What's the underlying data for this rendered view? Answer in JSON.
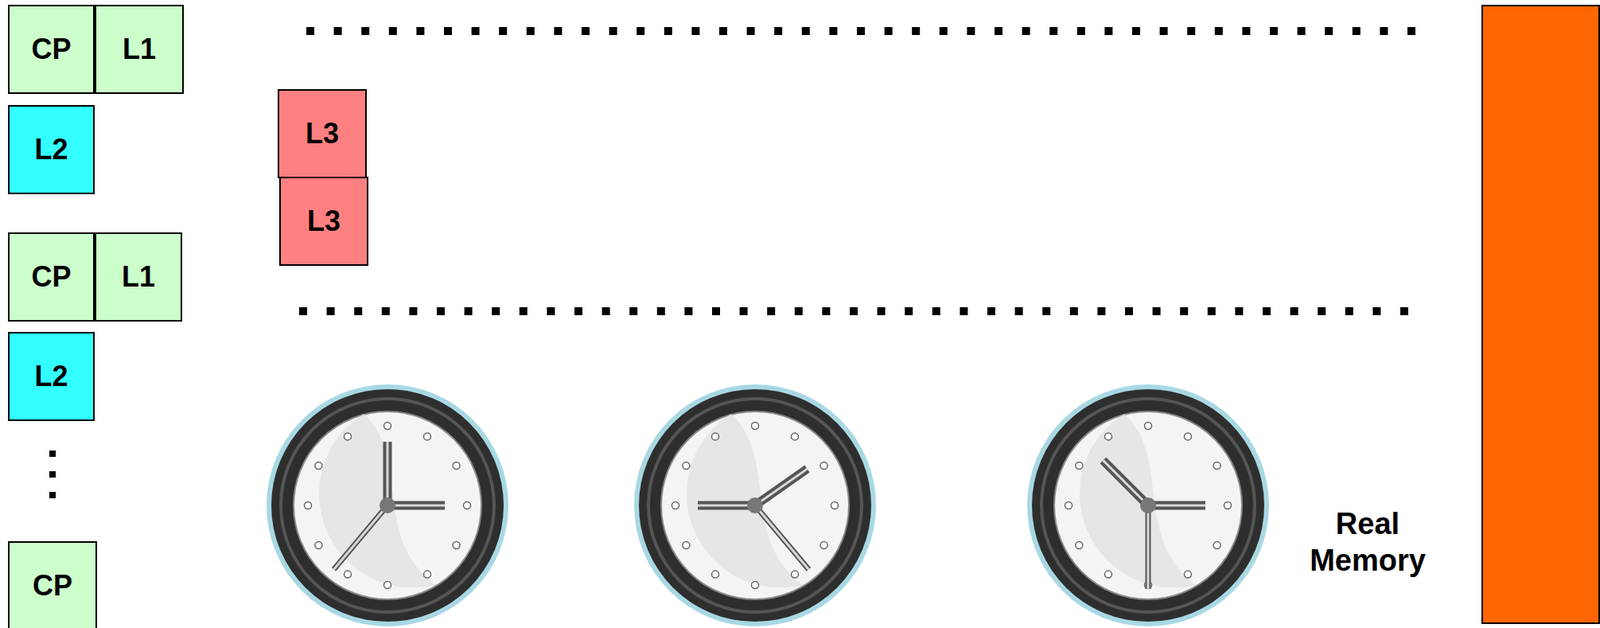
{
  "diagram": {
    "nodes": [
      {
        "text": [
          "CP"
        ]
      },
      {
        "text": [
          "L1"
        ]
      },
      {
        "text": [
          "L2"
        ]
      },
      {
        "text": [
          "CP"
        ]
      },
      {
        "text": [
          "L1"
        ]
      },
      {
        "text": [
          "L2"
        ]
      },
      {
        "text": [
          "CP"
        ]
      },
      {
        "text": [
          "L3"
        ]
      },
      {
        "text": [
          "L3"
        ]
      },
      {
        "text": [
          "Real Memory"
        ]
      }
    ]
  }
}
